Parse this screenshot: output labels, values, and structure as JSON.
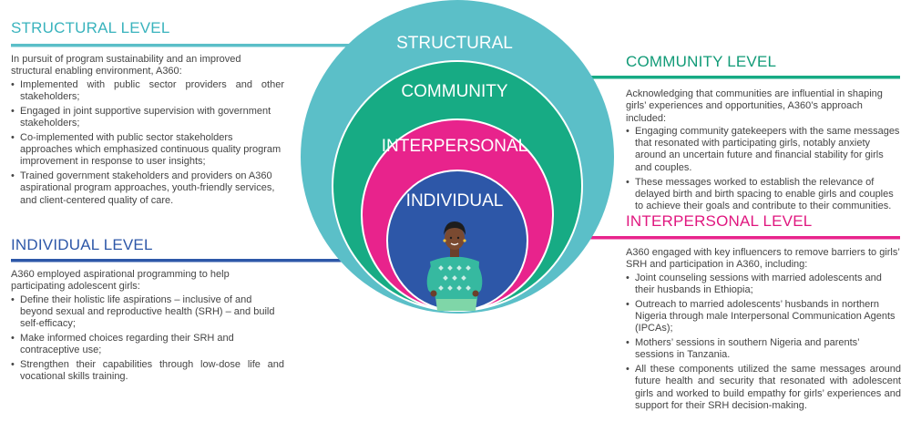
{
  "colors": {
    "structural": "#5bbfc8",
    "community": "#17ab84",
    "interpersonal": "#e8238c",
    "individual": "#2d57a8",
    "structural_heading": "#39b3bd",
    "community_heading": "#119b77",
    "interpersonal_heading": "#e0177f",
    "individual_heading": "#2d57a8"
  },
  "rings": {
    "structural": "STRUCTURAL",
    "community": "COMMUNITY",
    "interpersonal": "INTERPERSONAL",
    "individual": "INDIVIDUAL"
  },
  "structural": {
    "heading": "STRUCTURAL LEVEL",
    "intro": "In pursuit of program sustainability and an improved structural enabling environment, A360:",
    "bullets": [
      "Implemented with public sector providers and other stakeholders;",
      "Engaged in joint supportive supervision with government stakeholders;",
      "Co-implemented with public sector stakeholders approaches which emphasized continuous quality program improvement in response to user insights;",
      "Trained government stakeholders and providers on A360 aspirational program approaches, youth-friendly services, and client-centered quality of care."
    ]
  },
  "individual": {
    "heading": "INDIVIDUAL LEVEL",
    "intro": "A360 employed aspirational programming to help participating adolescent girls:",
    "bullets": [
      "Define their holistic life aspirations – inclusive of and beyond sexual and reproductive health (SRH) – and build self-efficacy;",
      "Make informed choices regarding their SRH and contraceptive use;",
      "Strengthen their capabilities through low-dose life and vocational skills training."
    ]
  },
  "community": {
    "heading": "COMMUNITY LEVEL",
    "intro": "Acknowledging that communities are influential in shaping girls’ experiences and opportunities, A360’s approach included:",
    "bullets": [
      "Engaging community gatekeepers with the same messages that resonated with participating girls, notably anxiety around an uncertain future and financial stability for girls and couples.",
      "These messages worked to establish the relevance of delayed birth and birth spacing to enable girls and couples to achieve their goals and contribute to their communities."
    ]
  },
  "interpersonal": {
    "heading": "INTERPERSONAL LEVEL",
    "intro": "A360 engaged with key influencers to remove barriers to girls’ SRH and participation in A360, including:",
    "bullets": [
      "Joint counseling sessions with married adolescents and their husbands in Ethiopia;",
      "Outreach to married adolescents’ husbands in northern Nigeria through male Interpersonal Communication Agents (IPCAs);",
      "Mothers’ sessions in southern Nigeria and parents’ sessions in Tanzania.",
      "All these components utilized the same messages around future health and security that resonated with adolescent girls and worked to build empathy for girls’ experiences and support for their SRH decision-making."
    ]
  }
}
